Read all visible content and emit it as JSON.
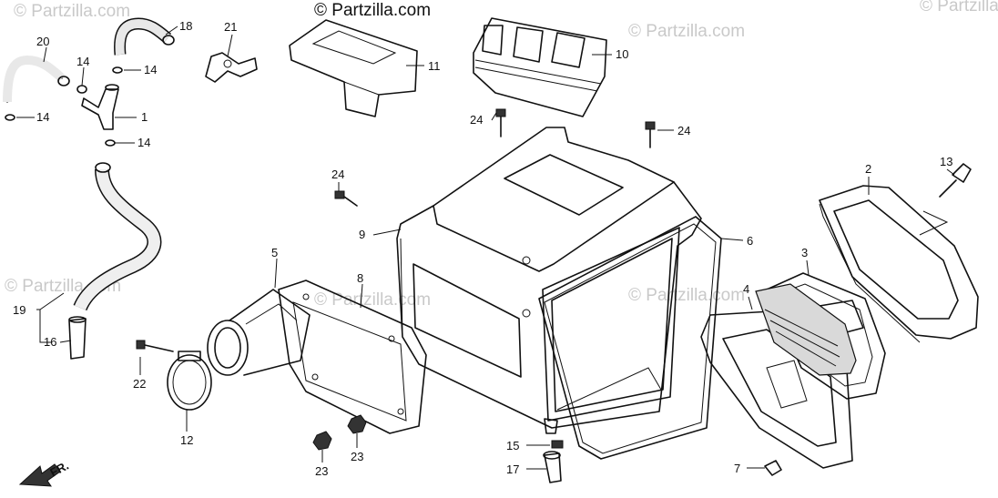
{
  "watermarks": {
    "top_center": "© Partzilla.com",
    "faint": "© Partzilla.com"
  },
  "direction_label": "FR.",
  "callouts": {
    "p1": "1",
    "p2": "2",
    "p3": "3",
    "p4": "4",
    "p5": "5",
    "p6": "6",
    "p7": "7",
    "p8": "8",
    "p9": "9",
    "p10": "10",
    "p11": "11",
    "p12": "12",
    "p13": "13",
    "p14a": "14",
    "p14b": "14",
    "p14c": "14",
    "p14d": "14",
    "p15": "15",
    "p16": "16",
    "p17": "17",
    "p18": "18",
    "p19": "19",
    "p20": "20",
    "p21": "21",
    "p22": "22",
    "p23a": "23",
    "p23b": "23",
    "p24a": "24",
    "p24b": "24",
    "p24c": "24"
  },
  "colors": {
    "ink": "#111111",
    "watermark": "#c9c9c9",
    "background": "#ffffff"
  }
}
